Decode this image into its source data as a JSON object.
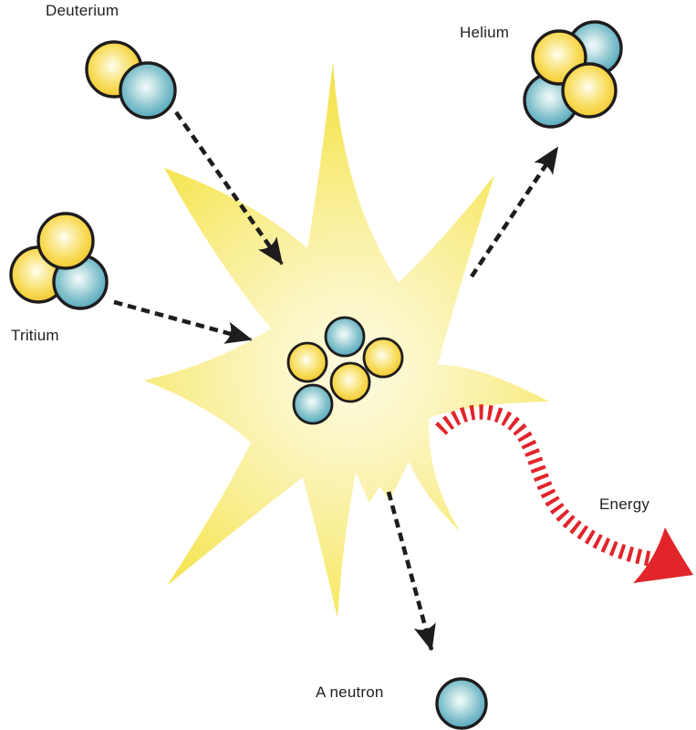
{
  "diagram": {
    "type": "nuclear-fusion-diagram",
    "labels": {
      "deuterium": "Deuterium",
      "tritium": "Tritium",
      "helium": "Helium",
      "energy": "Energy",
      "neutron": "A neutron"
    },
    "particles": {
      "deuterium": {
        "yellow_spheres": 1,
        "blue_spheres": 1
      },
      "tritium": {
        "yellow_spheres": 2,
        "blue_spheres": 1
      },
      "fused_nucleus": {
        "yellow_spheres": 3,
        "blue_spheres": 2
      },
      "helium": {
        "yellow_spheres": 2,
        "blue_spheres": 2
      },
      "released_neutron": {
        "yellow_spheres": 0,
        "blue_spheres": 1
      }
    },
    "colors": {
      "sphere-yellow": "#F2C324",
      "sphere-blue": "#47A0BA",
      "burst-yellow": "#F4E148",
      "energy-red": "#E2242B",
      "arrow-black": "#1E1C1D",
      "text": "#231F20",
      "background": "#FFFFFF"
    }
  }
}
